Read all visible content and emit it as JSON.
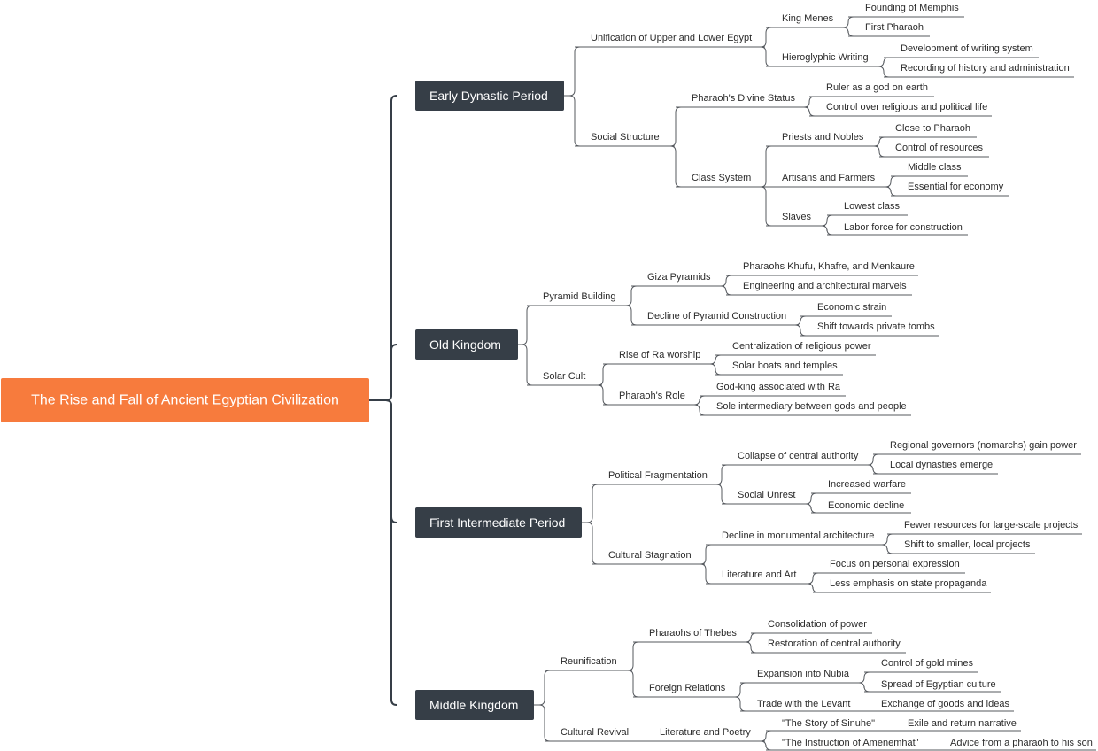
{
  "mindmap": {
    "root": "The Rise and Fall of Ancient Egyptian Civilization",
    "branches": [
      {
        "label": "Early Dynastic Period",
        "children": [
          {
            "label": "Unification of Upper and Lower Egypt",
            "children": [
              {
                "label": "King Menes",
                "children": [
                  {
                    "label": "Founding of Memphis"
                  },
                  {
                    "label": "First Pharaoh"
                  }
                ]
              },
              {
                "label": "Hieroglyphic Writing",
                "children": [
                  {
                    "label": "Development of writing system"
                  },
                  {
                    "label": "Recording of history and administration"
                  }
                ]
              }
            ]
          },
          {
            "label": "Social Structure",
            "children": [
              {
                "label": "Pharaoh's Divine Status",
                "children": [
                  {
                    "label": "Ruler as a god on earth"
                  },
                  {
                    "label": "Control over religious and political life"
                  }
                ]
              },
              {
                "label": "Class System",
                "children": [
                  {
                    "label": "Priests and Nobles",
                    "children": [
                      {
                        "label": "Close to Pharaoh"
                      },
                      {
                        "label": "Control of resources"
                      }
                    ]
                  },
                  {
                    "label": "Artisans and Farmers",
                    "children": [
                      {
                        "label": "Middle class"
                      },
                      {
                        "label": "Essential for economy"
                      }
                    ]
                  },
                  {
                    "label": "Slaves",
                    "children": [
                      {
                        "label": "Lowest class"
                      },
                      {
                        "label": "Labor force for construction"
                      }
                    ]
                  }
                ]
              }
            ]
          }
        ]
      },
      {
        "label": "Old Kingdom",
        "children": [
          {
            "label": "Pyramid Building",
            "children": [
              {
                "label": "Giza Pyramids",
                "children": [
                  {
                    "label": "Pharaohs Khufu, Khafre, and Menkaure"
                  },
                  {
                    "label": "Engineering and architectural marvels"
                  }
                ]
              },
              {
                "label": "Decline of Pyramid Construction",
                "children": [
                  {
                    "label": "Economic strain"
                  },
                  {
                    "label": "Shift towards private tombs"
                  }
                ]
              }
            ]
          },
          {
            "label": "Solar Cult",
            "children": [
              {
                "label": "Rise of Ra worship",
                "children": [
                  {
                    "label": "Centralization of religious power"
                  },
                  {
                    "label": "Solar boats and temples"
                  }
                ]
              },
              {
                "label": "Pharaoh's Role",
                "children": [
                  {
                    "label": "God-king associated with Ra"
                  },
                  {
                    "label": "Sole intermediary between gods and people"
                  }
                ]
              }
            ]
          }
        ]
      },
      {
        "label": "First Intermediate Period",
        "children": [
          {
            "label": "Political Fragmentation",
            "children": [
              {
                "label": "Collapse of central authority",
                "children": [
                  {
                    "label": "Regional governors (nomarchs) gain power"
                  },
                  {
                    "label": "Local dynasties emerge"
                  }
                ]
              },
              {
                "label": "Social Unrest",
                "children": [
                  {
                    "label": "Increased warfare"
                  },
                  {
                    "label": "Economic decline"
                  }
                ]
              }
            ]
          },
          {
            "label": "Cultural Stagnation",
            "children": [
              {
                "label": "Decline in monumental architecture",
                "children": [
                  {
                    "label": "Fewer resources for large-scale projects"
                  },
                  {
                    "label": "Shift to smaller, local projects"
                  }
                ]
              },
              {
                "label": "Literature and Art",
                "children": [
                  {
                    "label": "Focus on personal expression"
                  },
                  {
                    "label": "Less emphasis on state propaganda"
                  }
                ]
              }
            ]
          }
        ]
      },
      {
        "label": "Middle Kingdom",
        "children": [
          {
            "label": "Reunification",
            "children": [
              {
                "label": "Pharaohs of Thebes",
                "children": [
                  {
                    "label": "Consolidation of power"
                  },
                  {
                    "label": "Restoration of central authority"
                  }
                ]
              },
              {
                "label": "Foreign Relations",
                "children": [
                  {
                    "label": "Expansion into Nubia",
                    "children": [
                      {
                        "label": "Control of gold mines"
                      },
                      {
                        "label": "Spread of Egyptian culture"
                      }
                    ]
                  },
                  {
                    "label": "Trade with the Levant",
                    "children": [
                      {
                        "label": "Exchange of goods and ideas"
                      }
                    ]
                  }
                ]
              }
            ]
          },
          {
            "label": "Cultural Revival",
            "children": [
              {
                "label": "Literature and Poetry",
                "children": [
                  {
                    "label": "\"The Story of Sinuhe\"",
                    "children": [
                      {
                        "label": "Exile and return narrative"
                      }
                    ]
                  },
                  {
                    "label": "\"The Instruction of Amenemhat\"",
                    "children": [
                      {
                        "label": "Advice from a pharaoh to his son"
                      }
                    ]
                  }
                ]
              }
            ]
          }
        ]
      }
    ]
  },
  "colors": {
    "root_fill": "#f77b3d",
    "main_fill": "#363e47",
    "connector": "#55595e",
    "text_dark": "#2b2b2b"
  }
}
